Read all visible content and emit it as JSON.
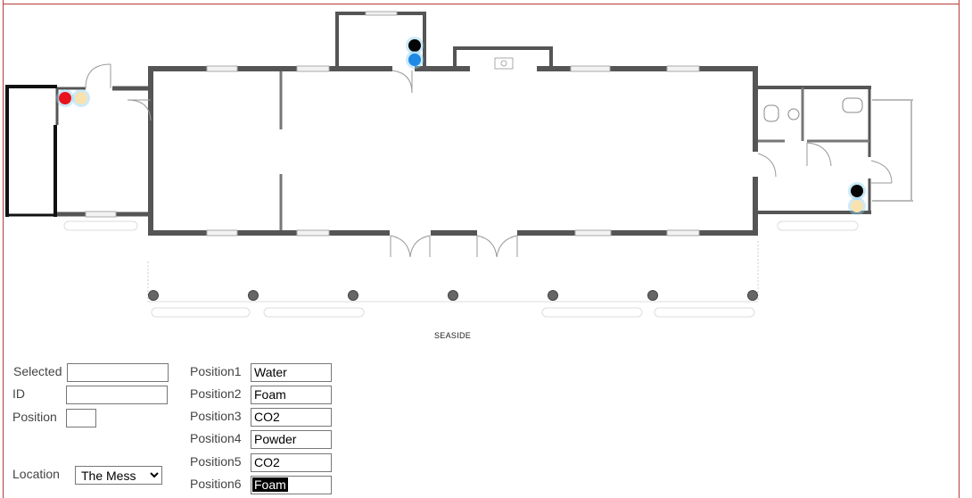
{
  "plan": {
    "seaside_label": "SEASIDE"
  },
  "markers": [
    {
      "name": "marker-red",
      "color": "#e8141b"
    },
    {
      "name": "marker-cream-1",
      "color": "#f7e2b0"
    },
    {
      "name": "marker-black-1",
      "color": "#050505"
    },
    {
      "name": "marker-blue",
      "color": "#1e8ae6"
    },
    {
      "name": "marker-black-2",
      "color": "#050505"
    },
    {
      "name": "marker-cream-2",
      "color": "#f7e2b0"
    }
  ],
  "form": {
    "selected_label": "Selected",
    "selected_value": "",
    "id_label": "ID",
    "id_value": "",
    "position_label": "Position",
    "position_value": "",
    "location_label": "Location",
    "location_value": "The Mess",
    "positions": [
      {
        "label": "Position1",
        "value": "Water"
      },
      {
        "label": "Position2",
        "value": "Foam"
      },
      {
        "label": "Position3",
        "value": "CO2"
      },
      {
        "label": "Position4",
        "value": "Powder"
      },
      {
        "label": "Position5",
        "value": "CO2"
      },
      {
        "label": "Position6",
        "value": "Foam"
      }
    ]
  },
  "colors": {
    "border": "#b83a3a",
    "wall": "#555555",
    "wall_light": "#8a8a8a"
  }
}
